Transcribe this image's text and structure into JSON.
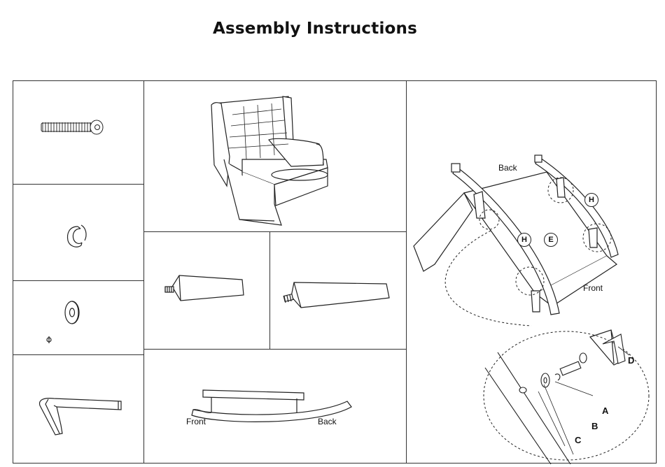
{
  "document": {
    "title": "Assembly Instructions"
  },
  "panels": {
    "rocker_base": {
      "front_label": "Front",
      "back_label": "Back"
    },
    "main_diagram": {
      "back_label": "Back",
      "front_label": "Front",
      "callouts": {
        "h1": "H",
        "h2": "H",
        "e": "E"
      },
      "detail_callouts": {
        "a": "A",
        "b": "B",
        "c": "C",
        "d": "D"
      }
    }
  }
}
